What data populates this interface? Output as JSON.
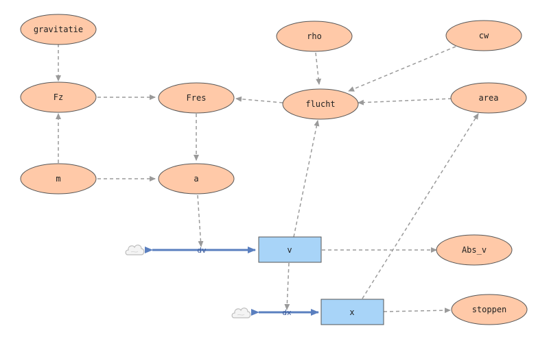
{
  "colors": {
    "variable_fill": "#ffc9a8",
    "variable_stroke": "#555555",
    "stock_fill": "#a8d4f8",
    "stock_stroke": "#555555",
    "link": "#9a9a9a",
    "flow": "#5a7fbf"
  },
  "variables": {
    "gravitatie": "gravitatie",
    "Fz": "Fz",
    "m": "m",
    "Fres": "Fres",
    "a": "a",
    "rho": "rho",
    "flucht": "flucht",
    "cw": "cw",
    "area": "area",
    "Abs_v": "Abs_v",
    "stoppen": "stoppen"
  },
  "stocks": {
    "v": "v",
    "x": "x"
  },
  "flows": {
    "dv": "dv",
    "dx": "dx"
  },
  "icons": {
    "source": "cloud-icon"
  }
}
